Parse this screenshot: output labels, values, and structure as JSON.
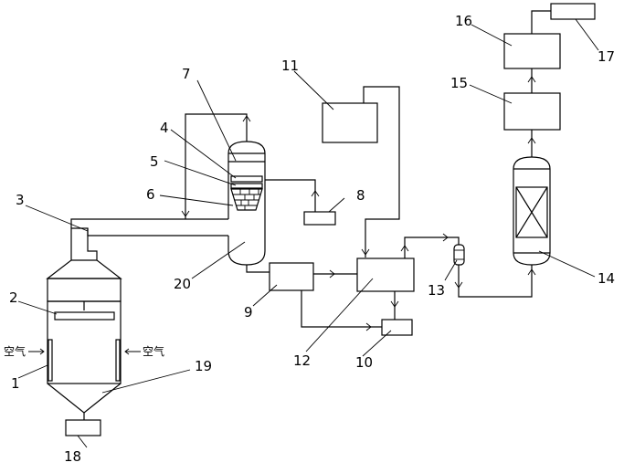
{
  "labels": {
    "n1": "1",
    "n2": "2",
    "n3": "3",
    "n4": "4",
    "n5": "5",
    "n6": "6",
    "n7": "7",
    "n8": "8",
    "n9": "9",
    "n10": "10",
    "n11": "11",
    "n12": "12",
    "n13": "13",
    "n14": "14",
    "n15": "15",
    "n16": "16",
    "n17": "17",
    "n18": "18",
    "n19": "19",
    "n20": "20"
  },
  "air": {
    "left": "空气",
    "right": "空气"
  }
}
